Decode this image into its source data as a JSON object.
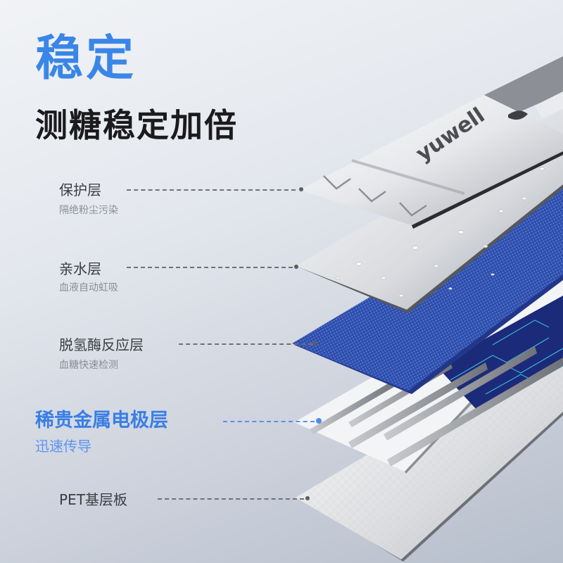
{
  "header": {
    "title": "稳定",
    "subtitle": "测糖稳定加倍"
  },
  "brand": {
    "logo_text": "yuwell",
    "logo_icon": "drop-icon"
  },
  "layers": [
    {
      "label": "保护层",
      "description": "隔绝粉尘污染",
      "highlight": false
    },
    {
      "label": "亲水层",
      "description": "血液自动虹吸",
      "highlight": false
    },
    {
      "label": "脱氢酶反应层",
      "description": "血糖快速检测",
      "highlight": false
    },
    {
      "label": "稀贵金属电极层",
      "description": "迅速传导",
      "highlight": true
    },
    {
      "label": "PET基层板",
      "description": "",
      "highlight": false
    }
  ],
  "colors": {
    "accent": "#3a86e8",
    "highlight_label": "#3a7ee6",
    "title_dark": "#1b1b1d",
    "enzyme_blue": "#2f4fa8",
    "circuit_cyan": "#3cc6e8"
  }
}
